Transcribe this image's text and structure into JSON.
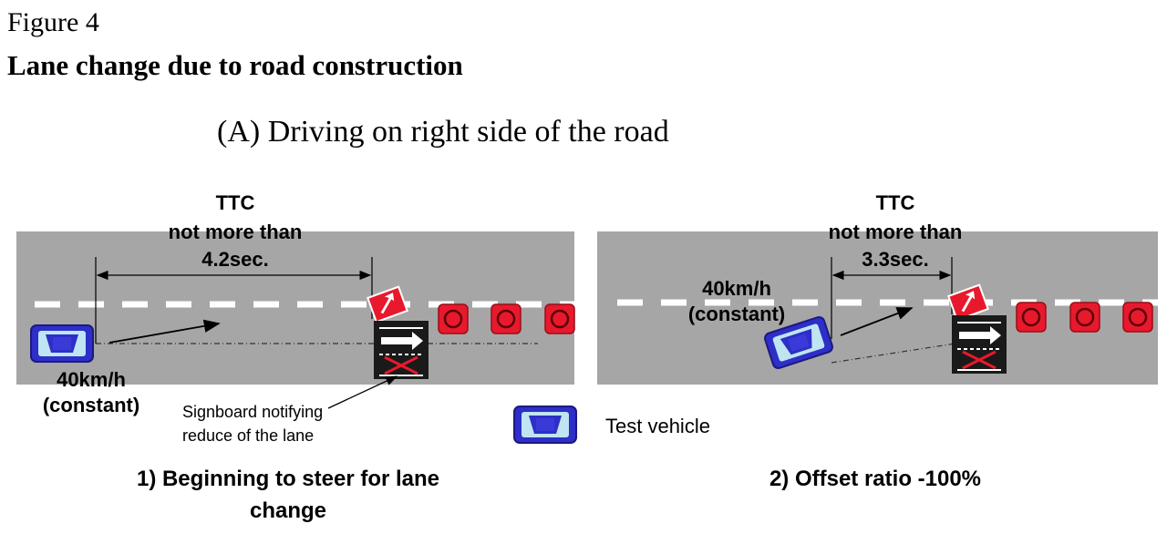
{
  "figure_label": "Figure 4",
  "title": "Lane change due to road construction",
  "subtitle": "(A)  Driving on right side of the road",
  "colors": {
    "road": "#a6a6a6",
    "lane_marking": "#ffffff",
    "vehicle_body": "#3333cc",
    "vehicle_glass": "#bfe5f2",
    "cone": "#e8192c",
    "signboard": "#1a1a1a",
    "arrow_sign": "#e8192c"
  },
  "panel1": {
    "ttc_label": "TTC",
    "ttc_limit": "not more than",
    "ttc_value": "4.2sec.",
    "speed": "40km/h",
    "speed_note": "(constant)",
    "sign_note_line1": "Signboard notifying",
    "sign_note_line2": "reduce of the lane",
    "caption_line1": "1) Beginning to steer for lane",
    "caption_line2": "change"
  },
  "panel2": {
    "ttc_label": "TTC",
    "ttc_limit": "not more than",
    "ttc_value": "3.3sec.",
    "speed": "40km/h",
    "speed_note": "(constant)",
    "caption": "2) Offset ratio -100%"
  },
  "legend": {
    "label": "Test vehicle",
    "icon": "test-vehicle-icon"
  }
}
